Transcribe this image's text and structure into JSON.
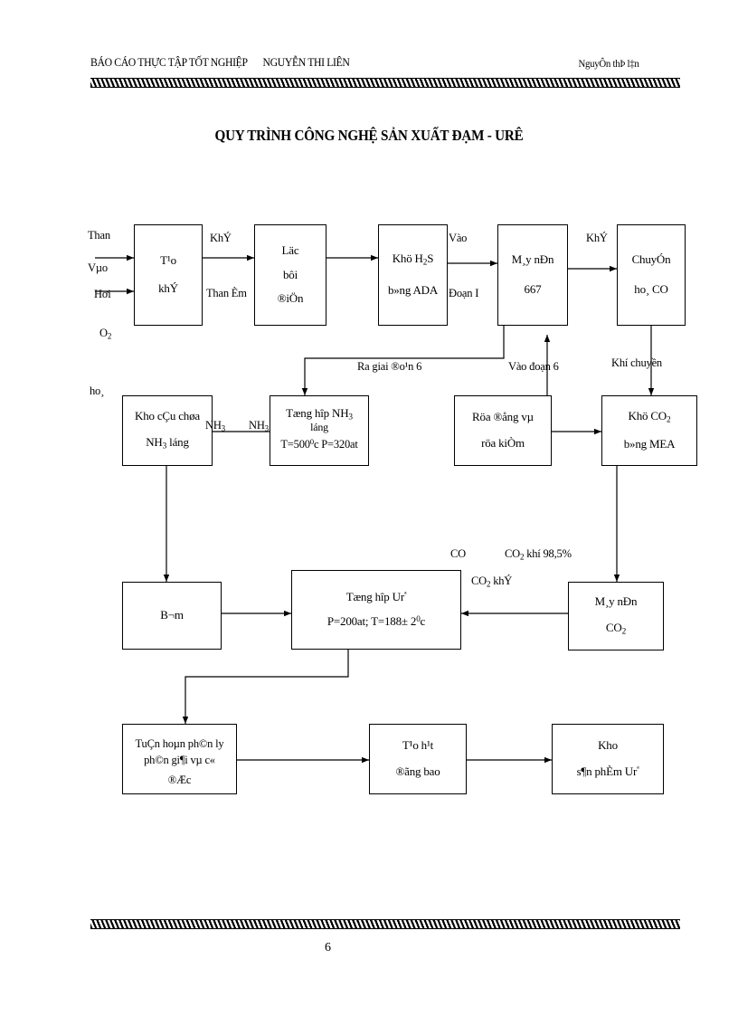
{
  "header": {
    "left_report": "BÁO CÁO THỰC TẬP TỐT NGHIỆP",
    "left_name": "NGUYỄN THI LIÊN",
    "right_name": "NguyÔn thÞ l‡n"
  },
  "title": "QUY TRÌNH CÔNG NGHỆ SẢN XUẤT ĐẠM - URÊ",
  "footer": {
    "page_number": "6"
  },
  "chart_data": {
    "type": "diagram",
    "title": "QUY TRÌNH CÔNG NGHỆ SẢN XUẤT ĐẠM - URÊ",
    "nodes": [
      {
        "id": "n1",
        "lines": [
          "T¹o",
          "khÝ"
        ]
      },
      {
        "id": "n2",
        "lines": [
          "Läc",
          "bôi",
          "®iÖn"
        ]
      },
      {
        "id": "n3",
        "lines": [
          "Khö H2S",
          "b»ng ADA"
        ]
      },
      {
        "id": "n4",
        "lines": [
          "M¸y nÐn",
          "667"
        ]
      },
      {
        "id": "n5",
        "lines": [
          "ChuyÓn",
          "ho¸ CO"
        ]
      },
      {
        "id": "n6",
        "lines": [
          "Kho cÇu chøa",
          "NH3 láng"
        ]
      },
      {
        "id": "n7",
        "lines": [
          "Tæng hîp NH3",
          "láng",
          "T=5000c P=320at"
        ]
      },
      {
        "id": "n8",
        "lines": [
          "Röa ®ång vµ",
          "röa kiÒm"
        ]
      },
      {
        "id": "n9",
        "lines": [
          "Khö CO2",
          "b»ng MEA"
        ]
      },
      {
        "id": "n10",
        "lines": [
          "B¬m"
        ]
      },
      {
        "id": "n11",
        "lines": [
          "Tæng hîp Urª",
          "P=200at; T=188± 20c"
        ]
      },
      {
        "id": "n12",
        "lines": [
          "M¸y nÐn",
          "CO2"
        ]
      },
      {
        "id": "n13",
        "lines": [
          "TuÇn hoµn ph©n ly",
          "ph©n gi¶i vµ c«",
          "®Æc"
        ]
      },
      {
        "id": "n14",
        "lines": [
          "T¹o h¹t",
          "®ãng bao"
        ]
      },
      {
        "id": "n15",
        "lines": [
          "Kho",
          "s¶n phÈm Urª"
        ]
      }
    ],
    "edge_labels": [
      "Than",
      "Vµo",
      "Hơi",
      "O2",
      "KhÝ",
      "Than Èm",
      "Vào",
      "Đoạn I",
      "KhÝ",
      "ho¸",
      "NH3",
      "NH3",
      "Ra giai ®o¹n 6",
      "Vào đoạn 6",
      "Khí chuyền",
      "CO",
      "CO2 khí 98,5%",
      "CO  2 khÝ"
    ]
  },
  "flow": {
    "nodes": {
      "tao_khi": {
        "l1": "T¹o",
        "l2": "khÝ"
      },
      "loc_bui_dien": {
        "l1": "Läc",
        "l2": "bôi",
        "l3": "®iÖn"
      },
      "khu_h2s": {
        "l1a": "Khö H",
        "l1b": "2",
        "l1c": "S",
        "l2": "b»ng ADA"
      },
      "may_nen_667": {
        "l1": "M¸y nÐn",
        "l2": "667"
      },
      "chuyen_hoa_co": {
        "l1": "ChuyÓn",
        "l2": "ho¸ CO"
      },
      "kho_cau_chua": {
        "l1": "Kho cÇu chøa",
        "l2a": "NH",
        "l2b": "3",
        "l2c": " láng"
      },
      "tong_hop_nh3": {
        "l1a": "Tæng hîp NH",
        "l1b": "3",
        "l2": "láng",
        "l3a": "T=500",
        "l3b": "0",
        "l3c": "c P=320at"
      },
      "rua_dong": {
        "l1": "Röa ®ång vµ",
        "l2": "röa kiÒm"
      },
      "khu_co2_mea": {
        "l1a": "Khö CO",
        "l1b": "2",
        "l2": "b»ng MEA"
      },
      "bom": {
        "l1": "B¬m"
      },
      "tong_hop_ure": {
        "l1a": "Tæng hîp Ur",
        "l1b": "ª",
        "l2a": "P=200at; T=188± 2",
        "l2b": "0",
        "l2c": "c"
      },
      "may_nen_co2": {
        "l1": "M¸y nÐn",
        "l2a": "CO",
        "l2b": "2"
      },
      "tuan_hoan": {
        "l1": "TuÇn hoµn ph©n ly",
        "l2": "ph©n gi¶i vµ c«",
        "l3": "®Æc"
      },
      "tao_hat": {
        "l1": "T¹o h¹t",
        "l2": "®ãng bao"
      },
      "kho_san_pham": {
        "l1a": "Kho",
        "l2a": "s¶n phÈm Ur",
        "l2b": "ª"
      }
    },
    "labels": {
      "than": "Than",
      "vao_in": "Vµo",
      "hoi": "Hơi",
      "o2a": "O",
      "o2b": "2",
      "khi1": "KhÝ",
      "than_am": "Than Èm",
      "vao": "Vào",
      "doan_i": "Đoạn I",
      "khi2": "KhÝ",
      "hoa": "ho¸",
      "nh3_a": "NH",
      "nh3_a_sub": "3",
      "nh3_b": "NH",
      "nh3_b_sub": "3",
      "ra_giai": "Ra giai ®o¹n 6",
      "vao_doan_6": "Vào đoạn 6",
      "khi_chuyen": "Khí chuyền",
      "co": "CO",
      "co2_98a": "CO",
      "co2_98b": "2",
      "co2_98c": " khí 98,5%",
      "co2_khi_a": "CO",
      "co2_khi_b": "2",
      "co2_khi_c": " khÝ"
    }
  }
}
